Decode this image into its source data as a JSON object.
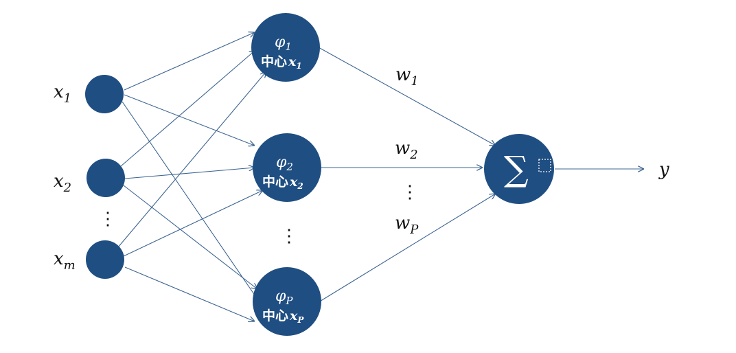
{
  "inputs": [
    {
      "sym": "x",
      "sub": "1"
    },
    {
      "sym": "x",
      "sub": "2"
    },
    {
      "sym": "x",
      "sub": "m"
    }
  ],
  "input_ellipsis": "⋮",
  "hidden": [
    {
      "phi": "φ",
      "phi_sub": "1",
      "center": "中心",
      "cx": "x",
      "cx_sub": "1"
    },
    {
      "phi": "φ",
      "phi_sub": "2",
      "center": "中心",
      "cx": "x",
      "cx_sub": "2"
    },
    {
      "phi": "φ",
      "phi_sub": "P",
      "center": "中心",
      "cx": "x",
      "cx_sub": "P"
    }
  ],
  "hidden_ellipsis": "⋮",
  "weights": [
    {
      "sym": "w",
      "sub": "1"
    },
    {
      "sym": "w",
      "sub": "2"
    },
    {
      "sym": "w",
      "sub": "P"
    }
  ],
  "weight_ellipsis": "⋮",
  "sum_symbol": "∑",
  "output": "y",
  "colors": {
    "node": "#1f4e82",
    "edge": "#3d6592"
  }
}
